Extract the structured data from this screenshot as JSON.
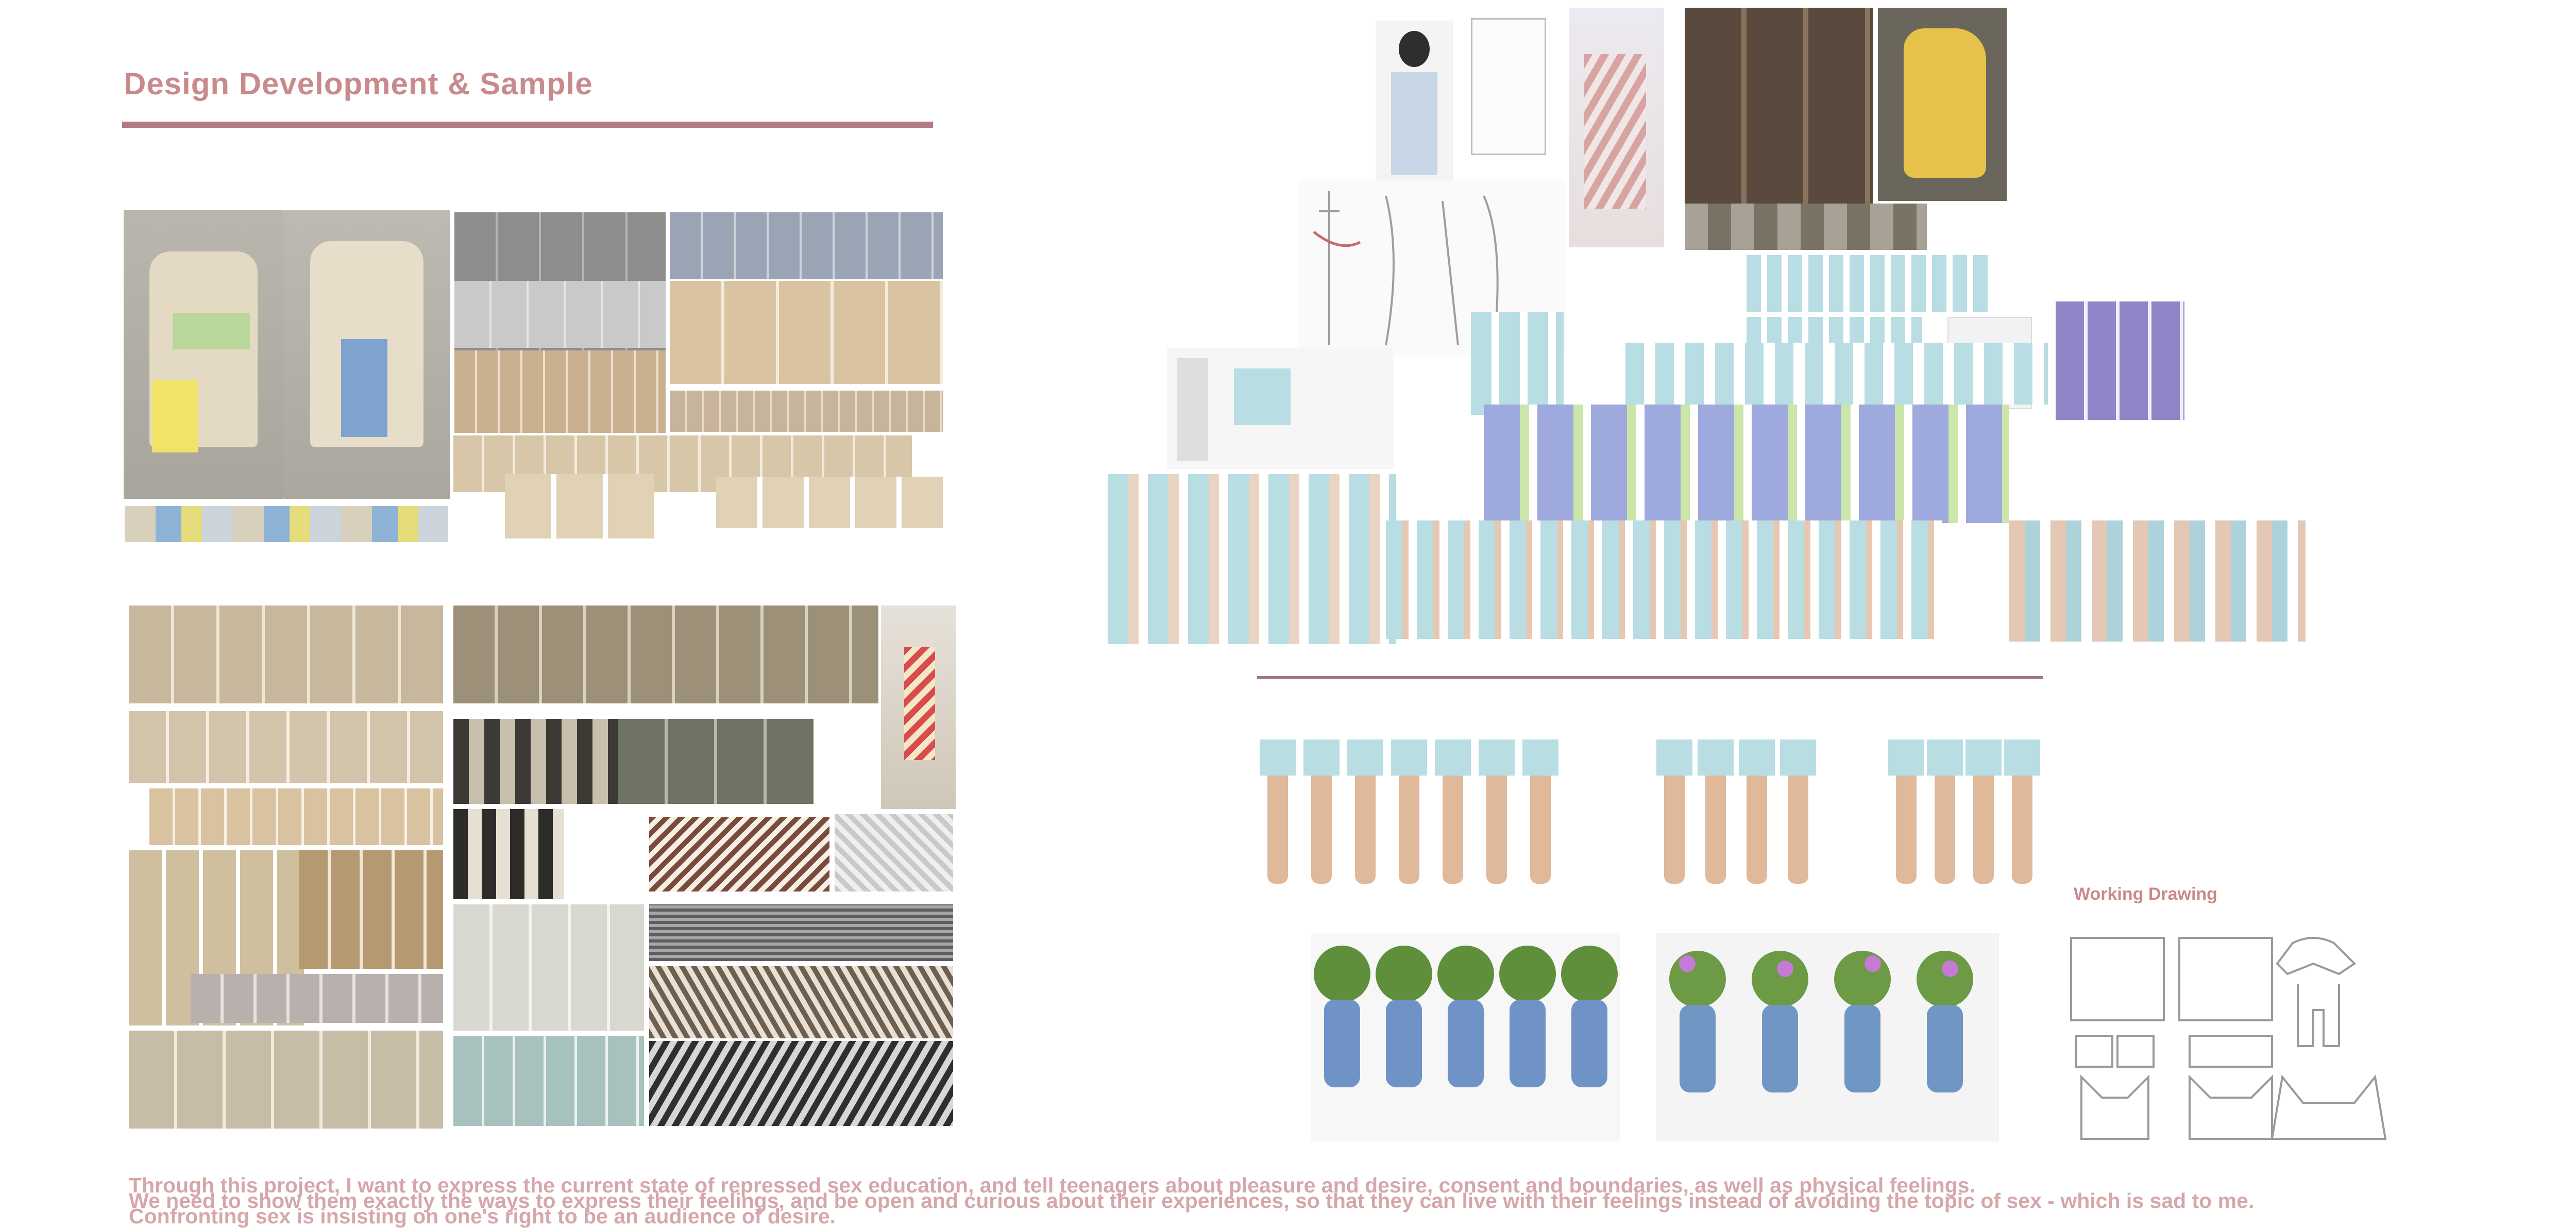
{
  "header": {
    "title": "Design Development  & Sample"
  },
  "working_drawing": {
    "label": "Working Drawing"
  },
  "description": {
    "lines": [
      "Through this project, I want to express the current state of repressed sex education, and tell teenagers about pleasure and desire, consent and boundaries, as well as physical feelings.",
      "We need to show them exactly the ways to express their feelings, and be open and curious about their experiences, so that they can live with their feelings instead of avoiding the topic of sex - which is sad to me.",
      "Confronting sex is insisting on one's right to be an audience of desire."
    ]
  },
  "colors": {
    "accent_pink": "#c98a8c",
    "rule": "#b07c80",
    "cream_fabric": "#d9cbb0",
    "light_blue_garment": "#b8dde3",
    "green_leaf": "#5f8f3a",
    "denim_blue": "#6f93c6"
  }
}
